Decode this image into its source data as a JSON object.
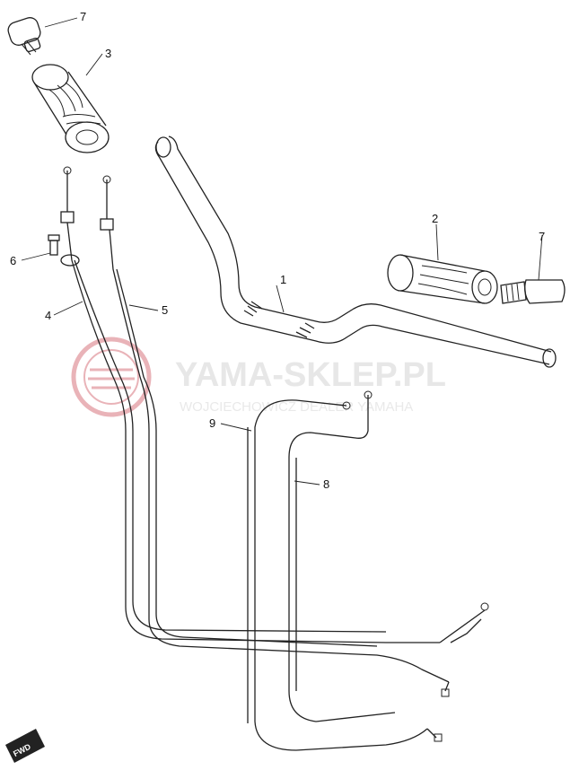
{
  "watermark": {
    "brand": "YAMA-SKLEP.PL",
    "tagline": "WOJCIECHOWICZ DEALER YAMAHA",
    "logo_color": "#e9b3b8"
  },
  "direction_badge": {
    "label": "FWD"
  },
  "callouts": [
    {
      "id": "1",
      "label": "1"
    },
    {
      "id": "2",
      "label": "2"
    },
    {
      "id": "3",
      "label": "3"
    },
    {
      "id": "4",
      "label": "4"
    },
    {
      "id": "5",
      "label": "5"
    },
    {
      "id": "6",
      "label": "6"
    },
    {
      "id": "7a",
      "label": "7"
    },
    {
      "id": "7b",
      "label": "7"
    },
    {
      "id": "8",
      "label": "8"
    },
    {
      "id": "9",
      "label": "9"
    }
  ]
}
